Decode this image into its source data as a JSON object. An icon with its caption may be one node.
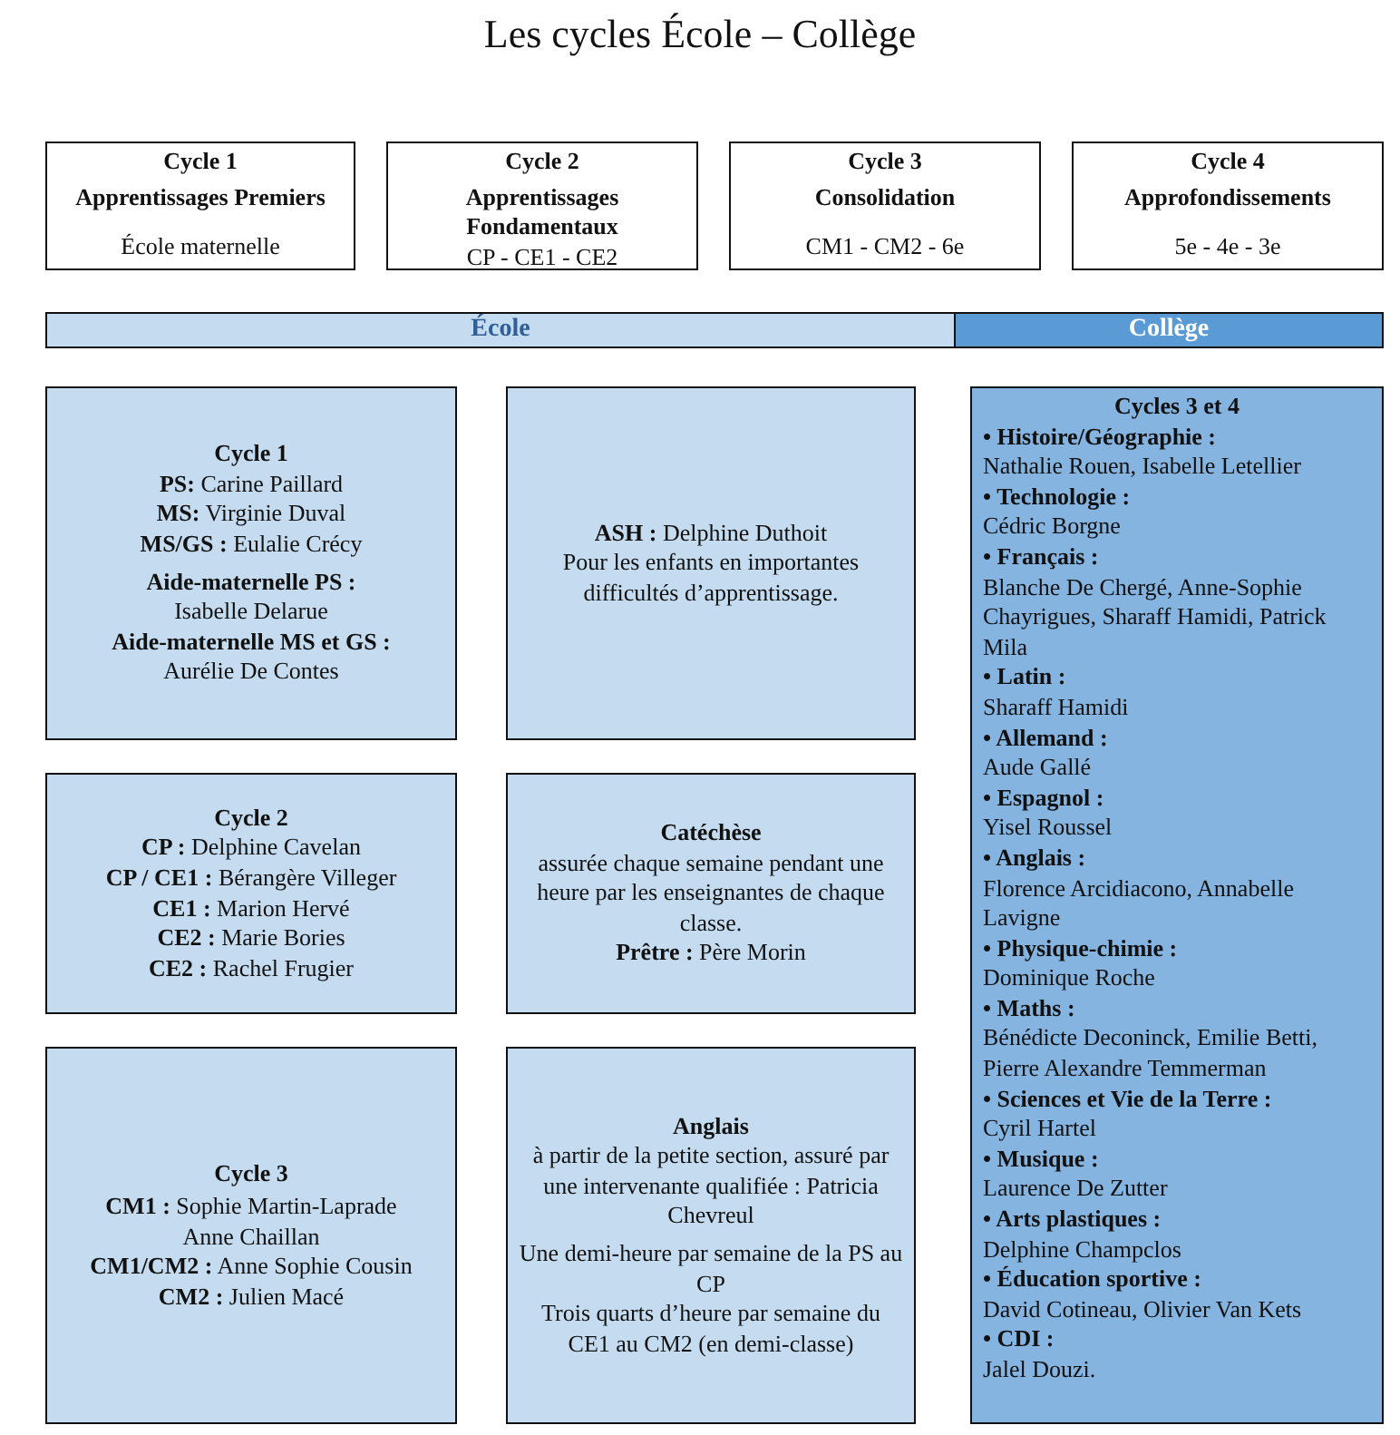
{
  "diagram": {
    "title": "Les cycles École – Collège",
    "nodes": [
      {
        "text": [
          "Cycle 1",
          "Apprentissages Premiers",
          "École maternelle"
        ]
      },
      {
        "text": [
          "Cycle 2",
          "Apprentissages Fondamentaux",
          "CP - CE1 - CE2"
        ]
      },
      {
        "text": [
          "Cycle 3",
          "Consolidation",
          "CM1 - CM2 - 6e"
        ]
      },
      {
        "text": [
          "Cycle 4",
          "Approfondissements",
          "5e - 4e - 3e"
        ]
      },
      {
        "text": [
          "École"
        ]
      },
      {
        "text": [
          "Collège"
        ]
      },
      {
        "text": [
          "Cycle 1",
          "**PS:** Carine Paillard",
          "**MS:** Virginie Duval",
          "**MS/GS :** Eulalie Crécy",
          "Aide-maternelle PS :",
          "Isabelle Delarue",
          "Aide-maternelle MS et GS :",
          "Aurélie De Contes"
        ]
      },
      {
        "text": [
          "**ASH :** Delphine Duthoit",
          "Pour les enfants en importantes difficultés d’apprentissage."
        ]
      },
      {
        "text": [
          "Cycles 3 et 4",
          "• Histoire/Géographie :",
          "Nathalie Rouen, Isabelle Letellier",
          "• Technologie :",
          "Cédric Borgne",
          "• Français :",
          "Blanche De Chergé, Anne-Sophie Chayrigues, Sharaff Hamidi, Patrick Mila",
          "• Latin :",
          "Sharaff Hamidi",
          "• Allemand :",
          "Aude Gallé",
          "• Espagnol :",
          "Yisel Roussel",
          "• Anglais :",
          "Florence Arcidiacono, Annabelle Lavigne",
          "• Physique-chimie :",
          "Dominique Roche",
          "• Maths :",
          "Bénédicte Deconinck, Emilie Betti, Pierre Alexandre Temmerman",
          "• Sciences et Vie de la Terre :",
          "Cyril Hartel",
          "• Musique :",
          "Laurence De Zutter",
          "• Arts plastiques :",
          "Delphine Champclos",
          "• Éducation sportive :",
          "David Cotineau, Olivier Van Kets",
          "• CDI :",
          "Jalel Douzi."
        ]
      },
      {
        "text": [
          "Cycle 2",
          "**CP :** Delphine Cavelan",
          "**CP / CE1 :** Bérangère Villeger",
          "**CE1 :** Marion Hervé",
          "**CE2 :** Marie Bories",
          "**CE2 :** Rachel Frugier"
        ]
      },
      {
        "text": [
          "Catéchèse",
          "assurée chaque semaine pendant une heure par les enseignantes de chaque classe.",
          "**Prêtre :** Père Morin"
        ]
      },
      {
        "text": [
          "Cycle 3",
          "**CM1 :** Sophie Martin-Laprade",
          "Anne Chaillan",
          "**CM1/CM2 :** Anne Sophie Cousin",
          "**CM2 :** Julien Macé"
        ]
      },
      {
        "text": [
          "Anglais",
          "à partir de la petite section, assuré par une intervenante qualifiée : Patricia Chevreul",
          "Une demi-heure par semaine de la PS au CP",
          "Trois quarts d’heure par semaine du CE1 au CM2 (en demi-classe)"
        ]
      }
    ]
  }
}
